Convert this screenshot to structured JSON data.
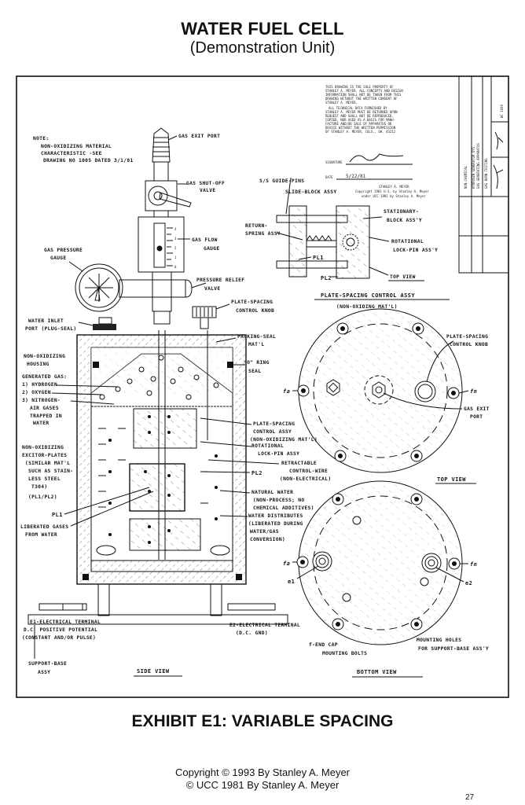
{
  "header": {
    "title": "WATER FUEL CELL",
    "subtitle": "(Demonstration Unit)"
  },
  "footer": {
    "exhibit": "EXHIBIT E1: VARIABLE SPACING",
    "copyright_1": "Copyright © 1993 By Stanley A. Meyer",
    "copyright_2": "© UCC 1981 By Stanley A. Meyer",
    "page_number": "27"
  },
  "drawing": {
    "note": [
      "NOTE:",
      "NON-OXIDIZING MATERIAL",
      "CHARACTERISTIC -SEE",
      "DRAWING NO 1005 DATED 3/1/81"
    ],
    "side_view_labels": {
      "gas_exit_port": "GAS EXIT PORT",
      "gas_shutoff_valve": [
        "GAS SHUT-OFF",
        "VALVE"
      ],
      "gas_flow_gauge": [
        "GAS FLOW",
        "GAUGE"
      ],
      "gauge_scale": [
        "4",
        "3",
        "2",
        "1",
        "0"
      ],
      "gas_pressure_gauge": [
        "GAS PRESSURE",
        "GAUGE"
      ],
      "pressure_relief_valve": [
        "PRESSURE RELIEF",
        "VALVE"
      ],
      "plate_spacing_knob": [
        "PLATE-SPACING",
        "CONTROL KNOB"
      ],
      "water_inlet_port": [
        "WATER INLET",
        "PORT (PLUG-SEAL)"
      ],
      "packing_seal": [
        "PACKING-SEAL",
        "MAT'L"
      ],
      "o_ring_seal": [
        "\"O\" RING",
        "SEAL"
      ],
      "housing": [
        "NON-OXIDIZING",
        "HOUSING"
      ],
      "generated_gas": [
        "GENERATED GAS:",
        "1) HYDROGEN",
        "2) OXYGEN",
        "3) NITROGEN-",
        "AIR GASES",
        "TRAPPED IN",
        "WATER"
      ],
      "exciter_plates": [
        "NON-OXIDIZING",
        "EXCITOR-PLATES",
        "(SIMILAR MAT'L",
        "SUCH AS STAIN-",
        "LESS STEEL",
        "T304)",
        "(PL1/PL2)"
      ],
      "pl1": "PL1",
      "liberated_gases": [
        "LIBERATED GASES",
        "FROM WATER"
      ],
      "plate_spacing_control_assy": [
        "PLATE-SPACING",
        "CONTROL ASSY",
        "(NON-OXIDIZING MAT'L)"
      ],
      "rotational_lock_pin": [
        "ROTATIONAL",
        "LOCK-PIN ASSY"
      ],
      "retractable_control_wire": [
        "RETRACTABLE",
        "CONTROL-WIRE",
        "(NON-ELECTRICAL)"
      ],
      "pl2": "PL2",
      "natural_water": [
        "NATURAL WATER",
        "(NON-PROCESS; NO",
        "CHEMICAL ADDITIVES)"
      ],
      "water_gas_conversion": [
        "WATER DISTRIBUTES",
        "(LIBERATED DURING",
        "WATER/GAS",
        "CONVERSION)"
      ],
      "e1_terminal": [
        "E1-ELECTRICAL TERMINAL",
        "D.C. POSITIVE POTENTIAL",
        "(CONSTANT AND/OR PULSE)"
      ],
      "e2_terminal": [
        "E2-ELECTRICAL TERMINAL",
        "(D.C. GND)"
      ],
      "support_base": [
        "SUPPORT-BASE",
        "ASSY"
      ],
      "view_title": "SIDE VIEW"
    },
    "control_assy_labels": {
      "guide_pins": "S/S GUIDE-PINS",
      "slide_block": "SLIDE-BLOCK ASSY",
      "return_spring": [
        "RETURN-",
        "SPRING ASSY"
      ],
      "stationary_block": [
        "STATIONARY-",
        "BLOCK ASS'Y"
      ],
      "rotational_lock_pin": [
        "ROTATIONAL",
        "LOCK-PIN ASS'Y"
      ],
      "pl1": "PL1",
      "pl2": "PL2",
      "top_view": "TOP VIEW",
      "title": "PLATE-SPACING CONTROL ASSY",
      "subtitle": "(NON-OXIDING MAT'L)"
    },
    "top_view_labels": {
      "knob": [
        "PLATE-SPACING",
        "CONTROL KNOB"
      ],
      "gas_exit": [
        "GAS EXIT",
        "PORT"
      ],
      "fa": "fa",
      "fn": "fn",
      "view_title": "TOP VIEW"
    },
    "bottom_view_labels": {
      "fa": "fa",
      "fn": "fn",
      "e1": "e1",
      "e2": "e2",
      "end_cap": [
        "f-END CAP",
        "MOUNTING BOLTS"
      ],
      "mounting_holes": [
        "MOUNTING HOLES",
        "FOR SUPPORT-BASE ASS'Y"
      ],
      "view_title": "BOTTOM VIEW"
    },
    "proprietary_notice": [
      "THIS DRAWING IS THE SOLE PROPERTY OF",
      "STANLEY A. MEYER. ALL CONCEPTS AND DESIGN",
      "INFORMATION SHALL NOT BE TAKEN FROM THIS",
      "DRAWING WITHOUT THE WRITTEN CONSENT OF",
      "STANLEY A. MEYER.",
      "ALL TECHNICAL DATA FURNISHED BY",
      "STANLEY A. MEYER MUST BE RETURNED UPON",
      "REQUEST AND SHALL NOT BE REPRODUCED,",
      "COPIED, NOR USED AS A BASIS FOR MANU-",
      "FACTURE AND/OR SALE OF APPARATUS OR",
      "DEVICE WITHOUT THE WRITTEN PERMISSION",
      "OF STANLEY A. MEYER, COLS., OH. 43212"
    ],
    "signature_label": "SIGNATURE",
    "date_label": "DATE",
    "date_value": "5/22/81",
    "stamp": [
      "STANLEY A. MEYER",
      "Copyright 1981 U.S. by Stanley A. Meyer",
      "under UCC 1981 by Stanley A. Meyer"
    ],
    "title_block": [
      "NON-CHEMICAL",
      "HYDROGEN GENERATOR SYS.",
      "GAS GENERATING APPARATUS",
      "GAS BURN TESTING",
      "WC 1009"
    ]
  }
}
